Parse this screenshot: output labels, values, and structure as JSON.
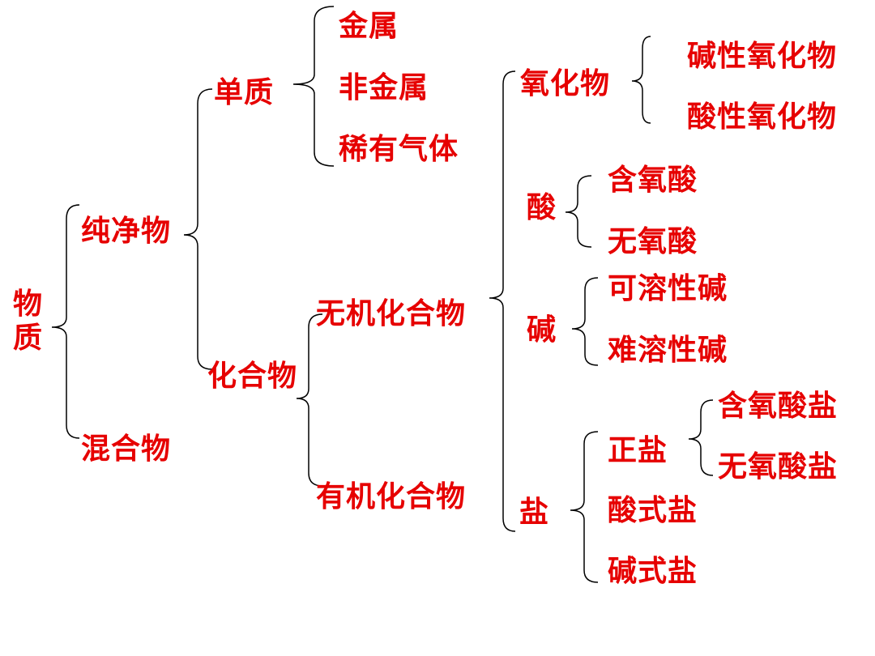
{
  "colors": {
    "text": "#e60000",
    "bracket": "#000000",
    "background": "#ffffff"
  },
  "nodes": {
    "matter": "物质",
    "pure": "纯净物",
    "mixture": "混合物",
    "element": "单质",
    "compound": "化合物",
    "metal": "金属",
    "nonmetal": "非金属",
    "noble_gas": "稀有气体",
    "inorganic": "无机化合物",
    "organic": "有机化合物",
    "oxide": "氧化物",
    "basic_oxide": "碱性氧化物",
    "acidic_oxide": "酸性氧化物",
    "acid": "酸",
    "oxyacid": "含氧酸",
    "hydracid": "无氧酸",
    "base": "碱",
    "soluble_base": "可溶性碱",
    "insoluble_base": "难溶性碱",
    "salt": "盐",
    "normal_salt": "正盐",
    "oxysalt": "含氧酸盐",
    "non_oxysalt": "无氧酸盐",
    "acid_salt": "酸式盐",
    "basic_salt": "碱式盐"
  }
}
